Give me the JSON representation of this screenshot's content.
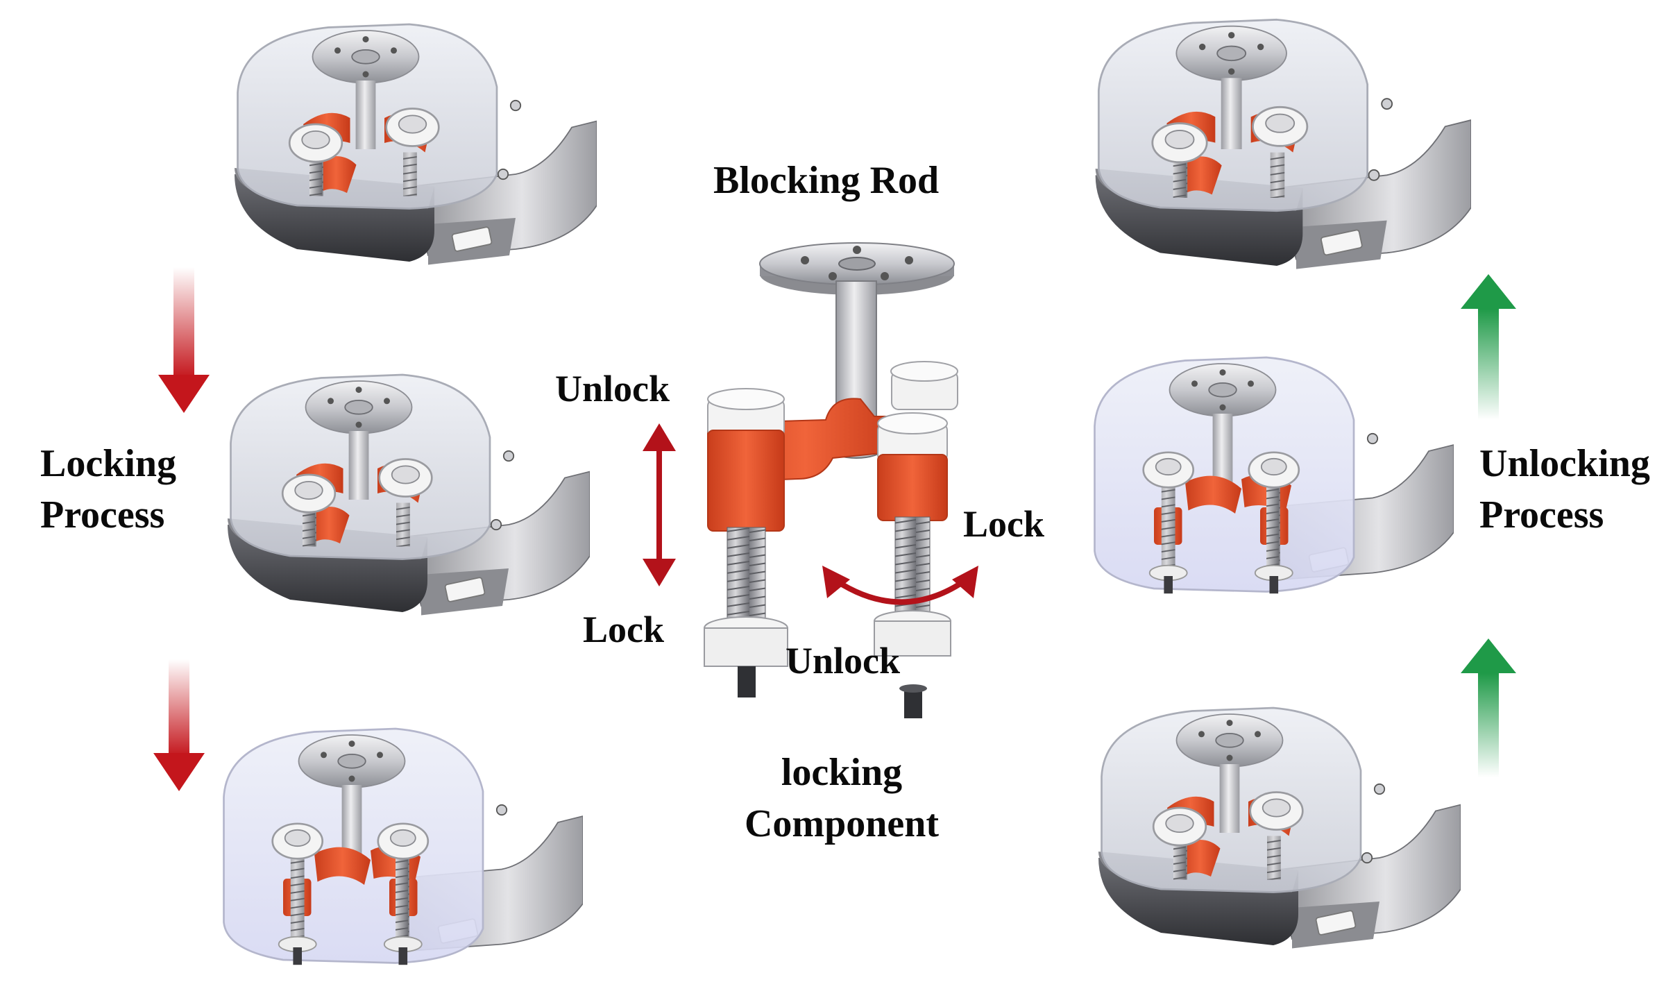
{
  "labels": {
    "blocking_rod": "Blocking Rod",
    "locking_process": "Locking Process",
    "unlocking_process": "Unlocking Process",
    "unlock_top": "Unlock",
    "lock_bottom": "Lock",
    "lock_right": "Lock",
    "unlock_rotate": "Unlock",
    "locking_component": "locking Component"
  },
  "colors": {
    "locking_arrow": "#c4161c",
    "unlocking_arrow": "#1f9a48",
    "rotation_arrow": "#b3121a",
    "linear_arrow": "#b3121a",
    "orange_parts": "#e8572f",
    "metal": "#c9c9cc",
    "dark_base": "#4a4a4f",
    "shell": "#dfe2ea"
  }
}
